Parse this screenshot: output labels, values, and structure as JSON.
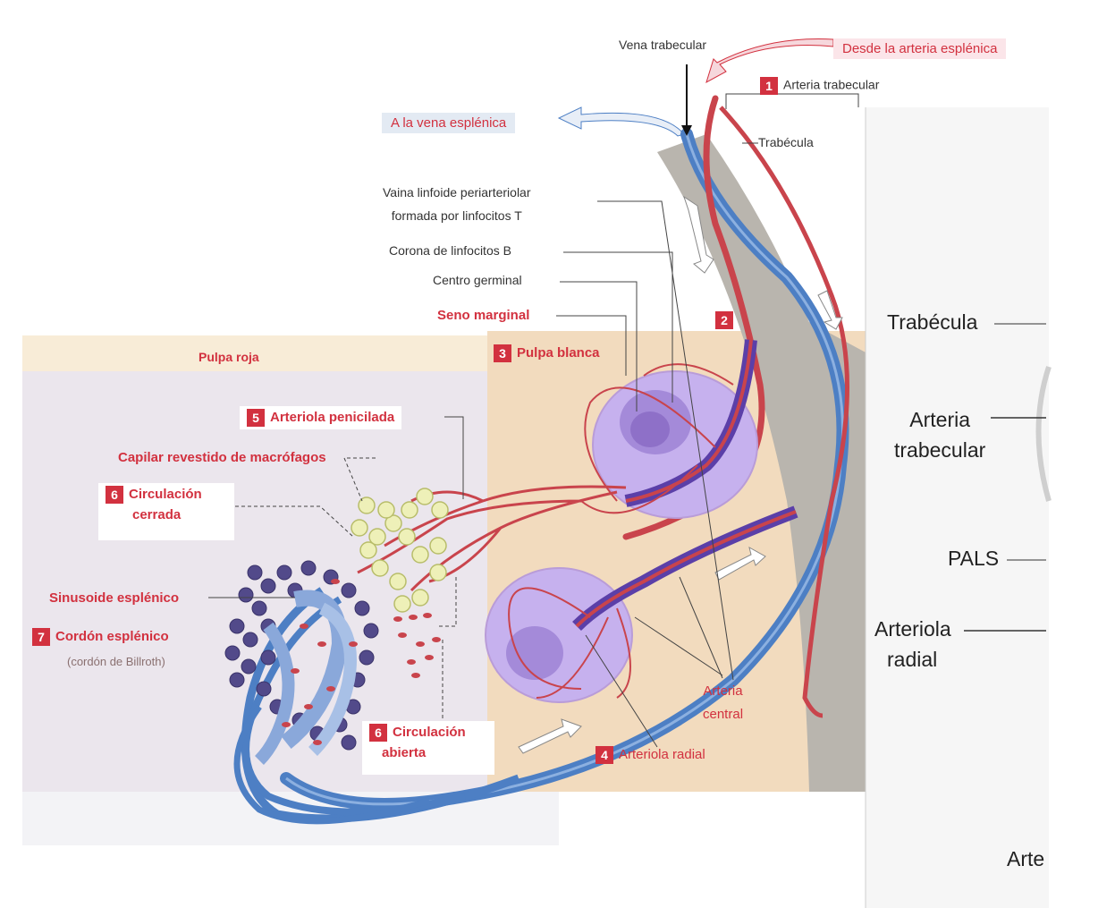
{
  "labels": {
    "vena_trabecular": "Vena trabecular",
    "desde_arteria": "Desde la arteria esplénica",
    "arteria_trabecular_num": "1",
    "arteria_trabecular": "Arteria trabecular",
    "a_vena": "A la vena esplénica",
    "trabecula_small": "Trabécula",
    "vaina_1": "Vaina linfoide periarteriolar",
    "vaina_2": "formada por linfocitos T",
    "corona": "Corona de linfocitos B",
    "centro": "Centro germinal",
    "seno": "Seno marginal",
    "num_2": "2",
    "pulpa_blanca_num": "3",
    "pulpa_blanca": "Pulpa blanca",
    "pulpa_roja": "Pulpa roja",
    "penicilada_num": "5",
    "penicilada": "Arteriola penicilada",
    "capilar": "Capilar revestido de macrófagos",
    "cerrada_num": "6",
    "cerrada_1": "Circulación",
    "cerrada_2": "cerrada",
    "sinusoide": "Sinusoide esplénico",
    "cordon_num": "7",
    "cordon": "Cordón esplénico",
    "cordon_sub": "(cordón de Billroth)",
    "abierta_num": "6",
    "abierta_1": "Circulación",
    "abierta_2": "abierta",
    "central_1": "Arteria",
    "central_2": "central",
    "radial_num": "4",
    "radial": "Arteriola radial"
  },
  "right_panel": {
    "trabecula": "Trabécula",
    "arteria_1": "Arteria",
    "arteria_2": "trabecular",
    "pals": "PALS",
    "arteriola_1": "Arteriola",
    "arteriola_2": "radial",
    "arte": "Arte"
  },
  "colors": {
    "artery": "#c9444c",
    "vein": "#4d7fc4",
    "white_pulp": "#c9b4ee",
    "germinal": "#9d7fd6",
    "red_pulp_bg": "#ede8ee",
    "white_pulp_bg": "#f2dcc0",
    "trabecula": "#b8b4ad",
    "label_red": "#d2313f"
  }
}
